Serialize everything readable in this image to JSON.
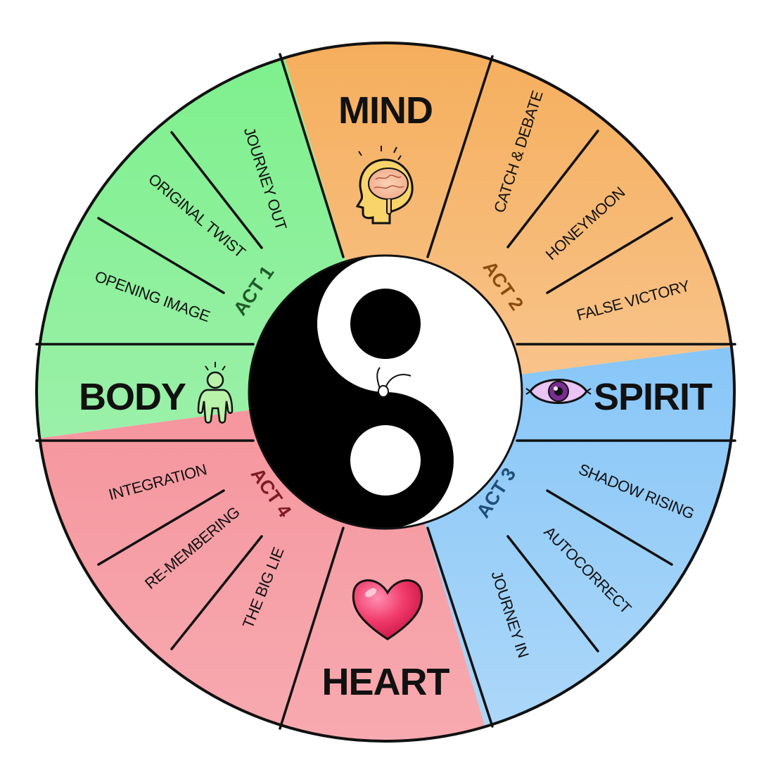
{
  "zones": {
    "mind": "MIND",
    "spirit": "SPIRIT",
    "heart": "HEART",
    "body": "BODY"
  },
  "acts": {
    "act1": "ACT 1",
    "act2": "ACT 2",
    "act3": "ACT 3",
    "act4": "ACT 4"
  },
  "beats": {
    "journey_out": "JOURNEY OUT",
    "original_twist": "ORIGINAL TWIST",
    "opening_image": "OPENING IMAGE",
    "catch_debate": "CATCH & DEBATE",
    "honeymoon": "HONEYMOON",
    "false_victory": "FALSE VICTORY",
    "shadow_rising": "SHADOW RISING",
    "autocorrect": "AUTOCORRECT",
    "journey_in": "JOURNEY IN",
    "integration": "INTEGRATION",
    "re_membering": "RE-MEMBERING",
    "the_big_lie": "THE BIG LIE"
  },
  "colors": {
    "act1": "#83ef92",
    "act2": "#f6b66a",
    "act3": "#96ccf7",
    "act4": "#f69ca3",
    "act1_text": "#1f5a27",
    "act2_text": "#8a4d0e",
    "act3_text": "#1f4f77",
    "act4_text": "#7e1b22"
  },
  "icons": [
    "brain-head-icon",
    "eye-icon",
    "heart-icon",
    "person-icon",
    "yin-yang-icon"
  ]
}
